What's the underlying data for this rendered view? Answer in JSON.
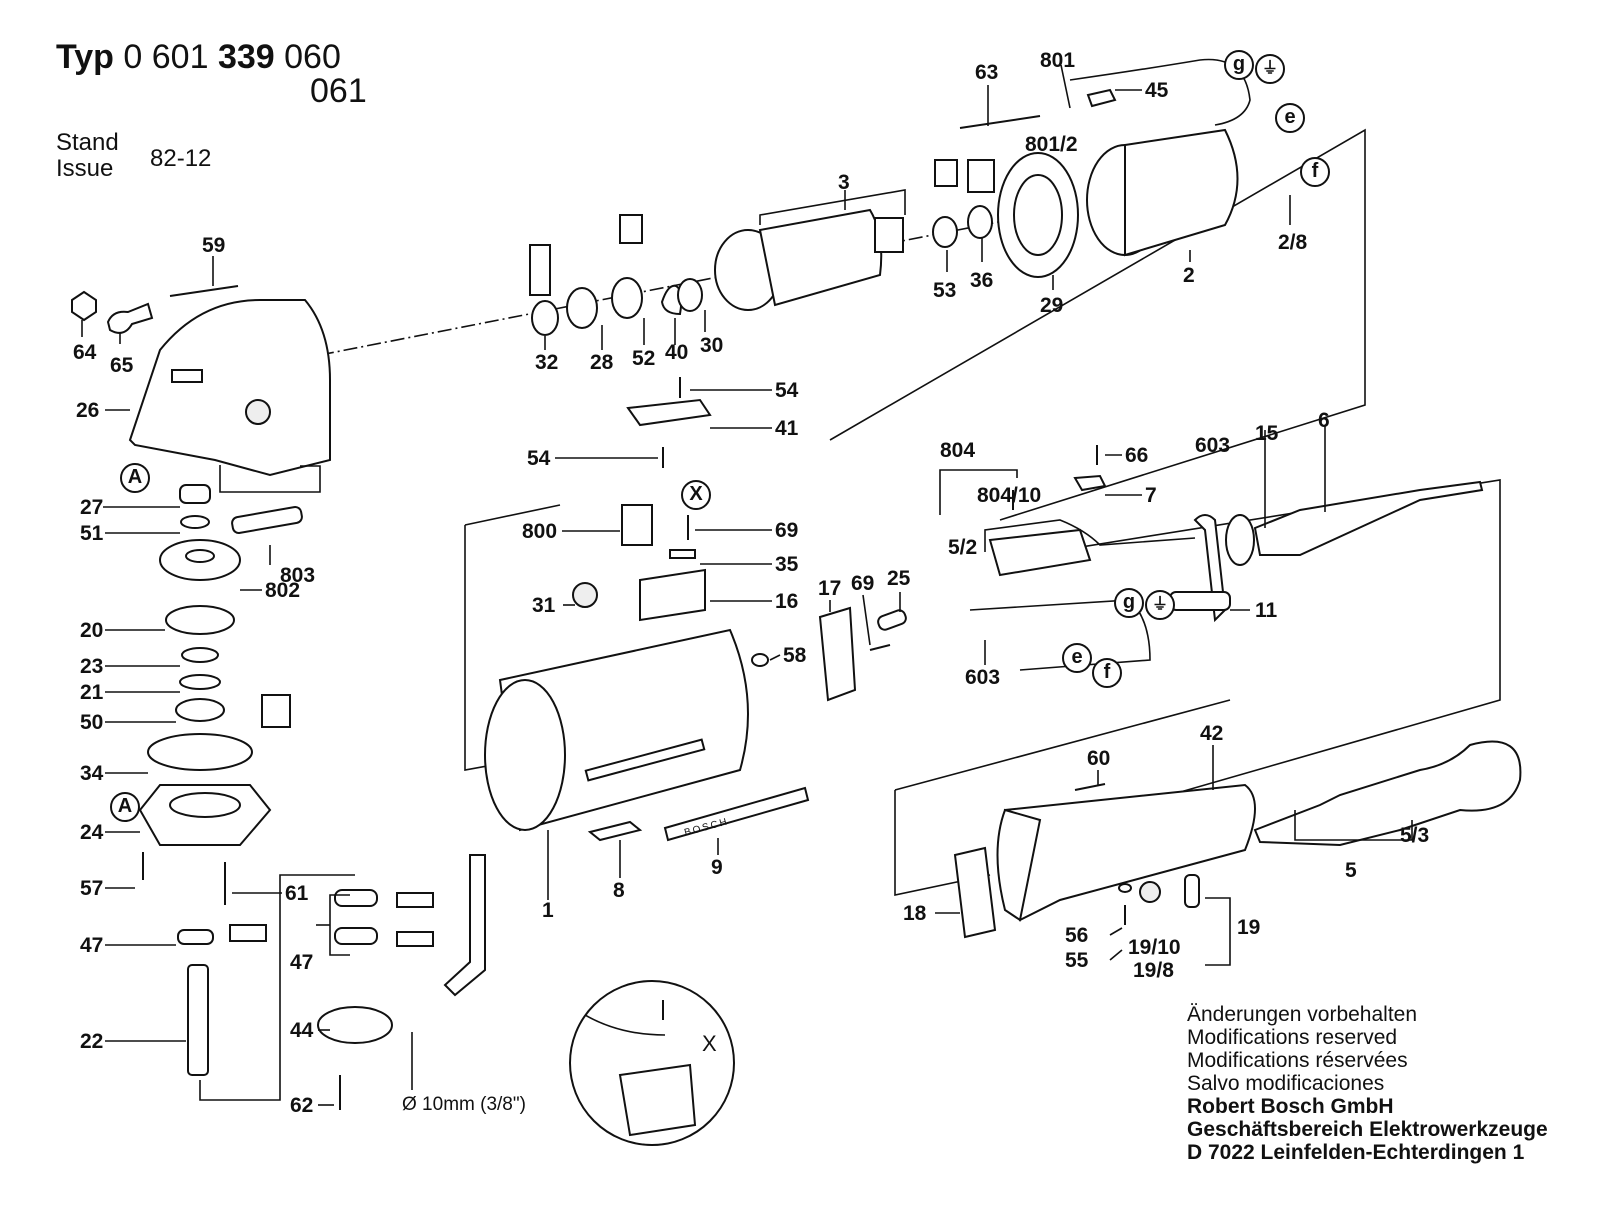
{
  "header": {
    "typ_label": "Typ",
    "part_prefix": "0 601",
    "part_model": "339",
    "variant_1": "060",
    "variant_2": "061",
    "stand_label": "Stand",
    "issue_label": "Issue",
    "issue_value": "82-12"
  },
  "callouts": {
    "p63": "63",
    "p801": "801",
    "p45": "45",
    "p801_2": "801/2",
    "p2_8": "2/8",
    "p3": "3",
    "p53": "53",
    "p36": "36",
    "p29": "29",
    "p2": "2",
    "p59": "59",
    "p64": "64",
    "p65": "65",
    "p26": "26",
    "p32": "32",
    "p28": "28",
    "p52": "52",
    "p40": "40",
    "p30": "30",
    "p54a": "54",
    "p41": "41",
    "p54b": "54",
    "p800": "800",
    "p69a": "69",
    "p35": "35",
    "p31": "31",
    "p16": "16",
    "p58": "58",
    "p17": "17",
    "p69b": "69",
    "p25": "25",
    "p804": "804",
    "p804_10": "804/10",
    "p66": "66",
    "p7": "7",
    "p5_2": "5/2",
    "p603a": "603",
    "p15": "15",
    "p6": "6",
    "p11": "11",
    "p603b": "603",
    "p27": "27",
    "p51": "51",
    "p803": "803",
    "p802": "802",
    "p20": "20",
    "p23": "23",
    "p21": "21",
    "p50": "50",
    "p34": "34",
    "p24": "24",
    "p57": "57",
    "p61": "61",
    "p47a": "47",
    "p22": "22",
    "p47b": "47",
    "p44": "44",
    "p62": "62",
    "dia": "Ø 10mm (3/8\")",
    "p1": "1",
    "p8": "8",
    "p9": "9",
    "p60": "60",
    "p42": "42",
    "p5_3": "5/3",
    "p5": "5",
    "p18": "18",
    "p56": "56",
    "p55": "55",
    "p19_10": "19/10",
    "p19_8": "19/8",
    "p19": "19"
  },
  "markers": {
    "g": "g",
    "e": "e",
    "f": "f",
    "g2": "g",
    "e2": "e",
    "f2": "f",
    "A1": "A",
    "A2": "A",
    "X1": "X",
    "X_detail": "X",
    "earth_icon": "⏚"
  },
  "nameplate_text": "BOSCH",
  "footer": {
    "line1": "Änderungen vorbehalten",
    "line2": "Modifications reserved",
    "line3": "Modifications réservées",
    "line4": "Salvo modificaciones",
    "company": "Robert Bosch GmbH",
    "division": "Geschäftsbereich Elektrowerkzeuge",
    "address": "D 7022 Leinfelden-Echterdingen 1"
  }
}
